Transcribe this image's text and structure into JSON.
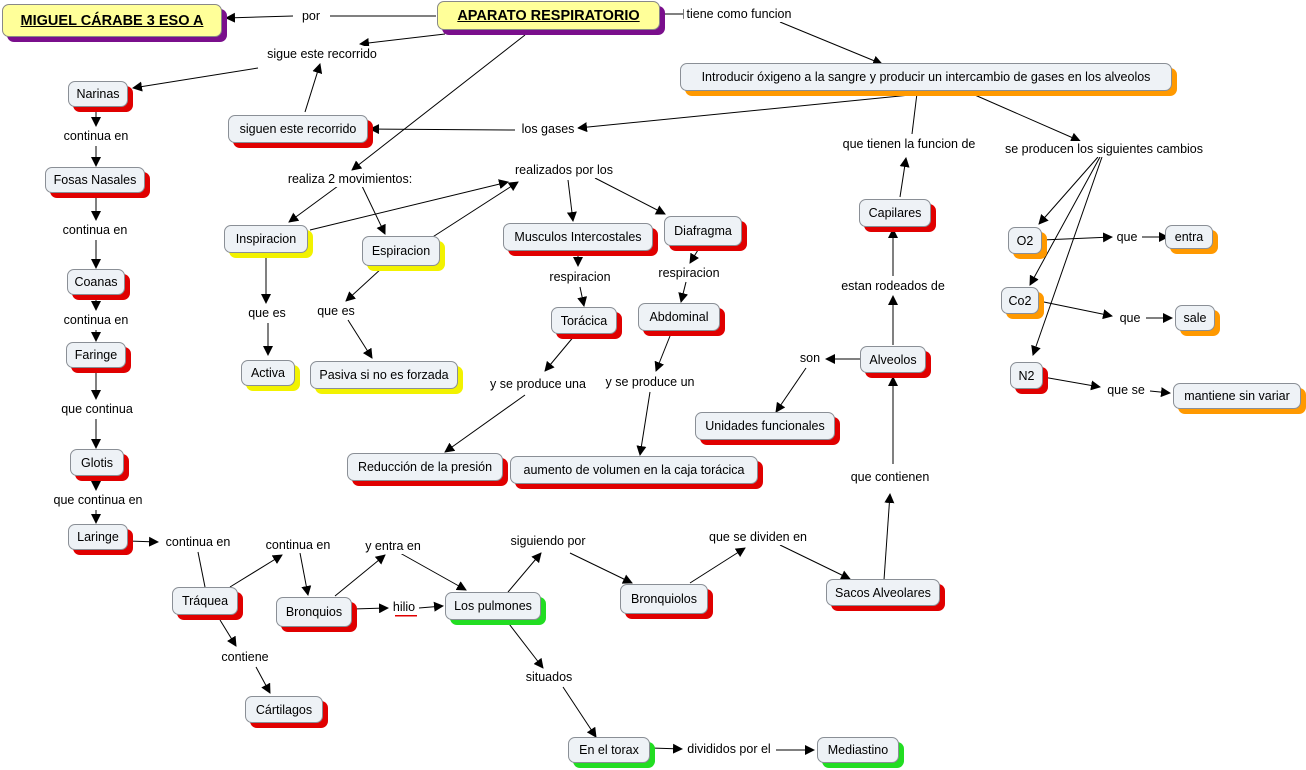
{
  "nodes": {
    "miguel": "MIGUEL CÁRABE 3 ESO A",
    "aparato": "APARATO RESPIRATORIO",
    "introducir": "Introducir óxigeno a la sangre y producir un intercambio de gases en los alveolos",
    "narinas": "Narinas",
    "fosas": "Fosas Nasales",
    "coanas": "Coanas",
    "faringe": "Faringe",
    "glotis": "Glotis",
    "laringe": "Laringe",
    "traquea": "Tráquea",
    "cartilagos": "Cártilagos",
    "bronquios": "Bronquios",
    "pulmones": "Los pulmones",
    "torax": "En el torax",
    "mediastino": "Mediastino",
    "bronquiolos": "Bronquiolos",
    "sacos": "Sacos Alveolares",
    "alveolos": "Alveolos",
    "unidades": "Unidades funcionales",
    "capilares": "Capilares",
    "siguen": "siguen este recorrido",
    "inspiracion": "Inspiracion",
    "espiracion": "Espiracion",
    "activa": "Activa",
    "pasiva": "Pasiva si no es forzada",
    "intercostales": "Musculos Intercostales",
    "diafragma": "Diafragma",
    "toracica": "Torácica",
    "abdominal": "Abdominal",
    "reduccion": "Reducción de la presión",
    "aumento": "aumento de volumen en la caja torácica",
    "o2": "O2",
    "co2": "Co2",
    "n2": "N2",
    "entra": "entra",
    "sale": "sale",
    "mantiene": "mantiene sin variar"
  },
  "labels": {
    "por": "por",
    "tiene": "tiene como funcion",
    "sigue": "sigue este recorrido",
    "gases": "los gases",
    "realiza": "realiza 2 movimientos:",
    "realizados": "realizados por los",
    "cont1": "continua en",
    "cont2": "continua en",
    "cont3": "continua en",
    "quecont": "que continua",
    "quecontin": "que continua en",
    "cont4": "continua en",
    "cont5": "continua en",
    "contiene": "contiene",
    "yentra": "y entra en",
    "hilio": "hilio",
    "siguiendo": "siguiendo por",
    "situados": "situados",
    "divididos": "divididos por el",
    "quesedividen": "que se dividen en",
    "quecontienen": "que contienen",
    "son": "son",
    "rodeados": "estan rodeados de",
    "funcion": "que tienen la funcion de",
    "cambios": "se producen los siguientes cambios",
    "quees1": "que es",
    "quees2": "que es",
    "resp1": "respiracion",
    "resp2": "respiracion",
    "produceuna": "y se produce una",
    "produceun": "y se produce un",
    "que1": "que",
    "que2": "que",
    "quese": "que se"
  },
  "colors": {
    "shadow_purple": "#7a0f8c",
    "shadow_red": "#e00000",
    "shadow_yellow": "#f2f200",
    "shadow_orange": "#ff9900",
    "shadow_green": "#22dd22",
    "title_fill": "#ffff99",
    "node_fill": "#eef2f6"
  }
}
